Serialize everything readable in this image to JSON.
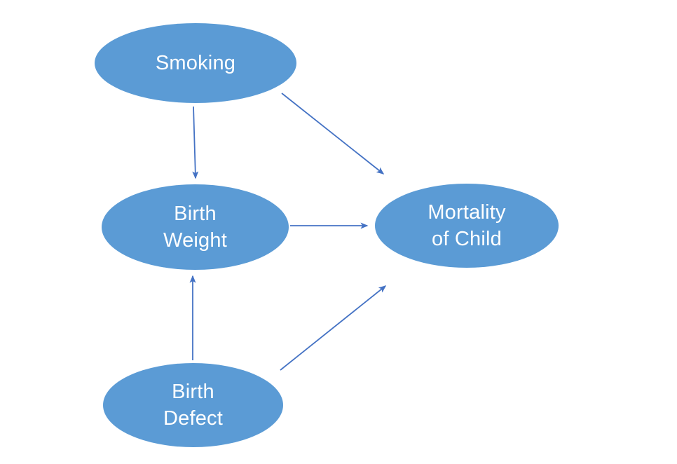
{
  "diagram": {
    "type": "causal-dag",
    "title": "",
    "nodes": [
      {
        "id": "smoking",
        "label": "Smoking",
        "lines": [
          "Smoking",
          ""
        ]
      },
      {
        "id": "birth-weight",
        "label": "Birth Weight",
        "lines": [
          "Birth",
          "Weight"
        ]
      },
      {
        "id": "mortality",
        "label": "Mortality of Child",
        "lines": [
          "Mortality",
          "of Child"
        ]
      },
      {
        "id": "birth-defect",
        "label": "Birth Defect",
        "lines": [
          "Birth",
          "Defect"
        ]
      }
    ],
    "edges": [
      {
        "from": "smoking",
        "to": "birth-weight"
      },
      {
        "from": "smoking",
        "to": "mortality"
      },
      {
        "from": "birth-weight",
        "to": "mortality"
      },
      {
        "from": "birth-defect",
        "to": "birth-weight"
      },
      {
        "from": "birth-defect",
        "to": "mortality"
      }
    ],
    "colors": {
      "node_fill": "#5b9bd5",
      "node_text": "#ffffff",
      "arrow": "#4472c4",
      "background": "#ffffff"
    }
  }
}
